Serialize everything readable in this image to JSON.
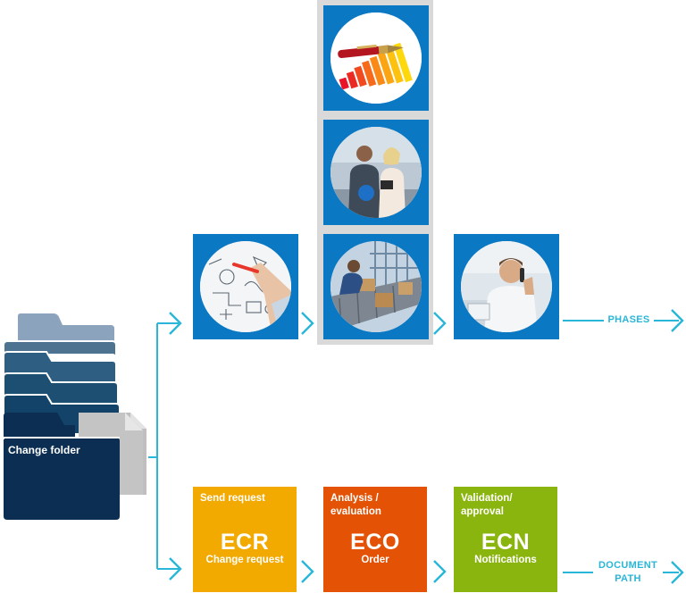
{
  "folder": {
    "label": "Change folder"
  },
  "labels": {
    "phases": "PHASES",
    "document_path": "DOCUMENT PATH"
  },
  "documents": [
    {
      "caption": "Send request",
      "code": "ECR",
      "subtitle": "Change request",
      "color": "#f2a900"
    },
    {
      "caption": "Analysis / evaluation",
      "code": "ECO",
      "subtitle": "Order",
      "color": "#e35205"
    },
    {
      "caption": "Validation/ approval",
      "code": "ECN",
      "subtitle": "Notifications",
      "color": "#8ab40e"
    }
  ],
  "colors": {
    "photo_box": "#0a78c3",
    "arrows": "#29b6d8",
    "column_bg": "#d9d9d9",
    "folder_front": "#0b2e52"
  },
  "photos": [
    {
      "name": "whiteboard-sketch-photo"
    },
    {
      "name": "pen-and-bar-chart-photo"
    },
    {
      "name": "engineers-meeting-photo"
    },
    {
      "name": "conveyor-boxes-photo"
    },
    {
      "name": "man-on-phone-photo"
    }
  ]
}
